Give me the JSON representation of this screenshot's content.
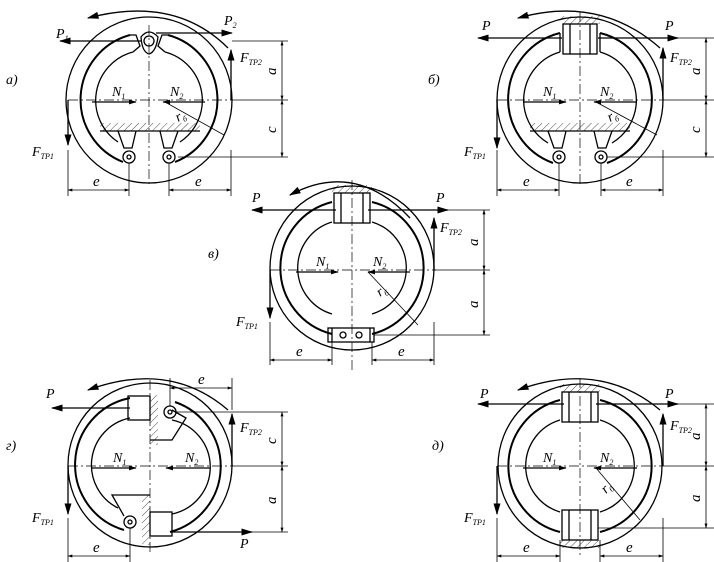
{
  "panels": [
    {
      "id": "a",
      "label": "а)",
      "p_left": "P",
      "p_left_sub": "1",
      "p_right": "P",
      "p_right_sub": "2",
      "n1": "N",
      "n1_sub": "1",
      "n2": "N",
      "n2_sub": "2",
      "f1": "F",
      "f1_sub": "ТР1",
      "f2": "F",
      "f2_sub": "ТР2",
      "rb": "r",
      "rb_sub": "б",
      "dim_top": "a",
      "dim_bot": "c",
      "e": "e"
    },
    {
      "id": "b",
      "label": "б)",
      "p_left": "P",
      "p_right": "P",
      "n1": "N",
      "n1_sub": "1",
      "n2": "N",
      "n2_sub": "2",
      "f1": "F",
      "f1_sub": "ТР1",
      "f2": "F",
      "f2_sub": "ТР2",
      "rb": "r",
      "rb_sub": "б",
      "dim_top": "a",
      "dim_bot": "c",
      "e": "e"
    },
    {
      "id": "v",
      "label": "в)",
      "p_left": "P",
      "p_right": "P",
      "n1": "N",
      "n1_sub": "1",
      "n2": "N",
      "n2_sub": "2",
      "f1": "F",
      "f1_sub": "ТР1",
      "f2": "F",
      "f2_sub": "ТР2",
      "rb": "r",
      "rb_sub": "б",
      "dim_top": "a",
      "dim_bot": "a",
      "e": "e"
    },
    {
      "id": "g",
      "label": "г)",
      "p_left": "P",
      "p_right": "P",
      "n1": "N",
      "n1_sub": "1",
      "n2": "N",
      "n2_sub": "2",
      "f1": "F",
      "f1_sub": "ТР1",
      "f2": "F",
      "f2_sub": "ТР2",
      "dim_top": "c",
      "dim_bot": "a",
      "e": "e"
    },
    {
      "id": "d",
      "label": "д)",
      "p_left": "P",
      "p_right": "P",
      "n1": "N",
      "n1_sub": "1",
      "n2": "N",
      "n2_sub": "2",
      "f1": "F",
      "f1_sub": "ТР1",
      "f2": "F",
      "f2_sub": "ТР2",
      "rb": "r",
      "rb_sub": "б",
      "dim_top": "a",
      "dim_bot": "a",
      "e": "e"
    }
  ]
}
